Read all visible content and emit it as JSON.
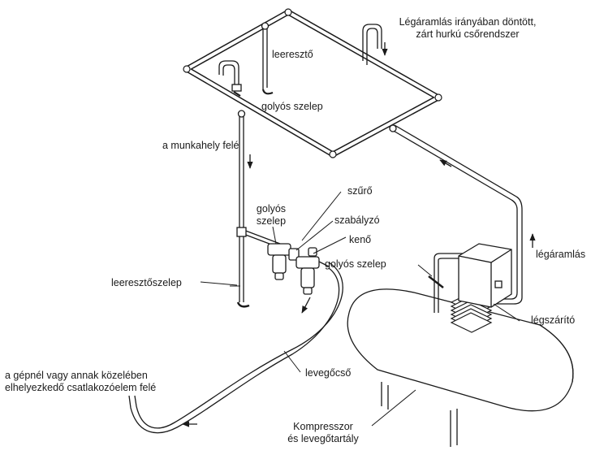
{
  "labels": {
    "closed_loop_line1": "Légáramlás irányában döntött,",
    "closed_loop_line2": "zárt hurkú csőrendszer",
    "drain_top": "leeresztő",
    "ball_valve_top": "golyós szelep",
    "to_workplace": "a munkahely felé",
    "filter": "szűrő",
    "ball_valve_mid_line1": "golyós",
    "ball_valve_mid_line2": "szelep",
    "regulator": "szabályzó",
    "lubricator": "kenő",
    "ball_valve_right": "golyós szelep",
    "airflow": "légáramlás",
    "drain_valve": "leeresztőszelep",
    "dryer": "légszárító",
    "machine_line1": "a gépnél vagy annak közelében",
    "machine_line2": "elhelyezkedő csatlakozóelem felé",
    "hose": "levegőcső",
    "compressor_line1": "Kompresszor",
    "compressor_line2": "és levegőtartály"
  },
  "colors": {
    "ink": "#1a1a1a",
    "pipe_fill": "#ffffff",
    "background": "#ffffff"
  }
}
